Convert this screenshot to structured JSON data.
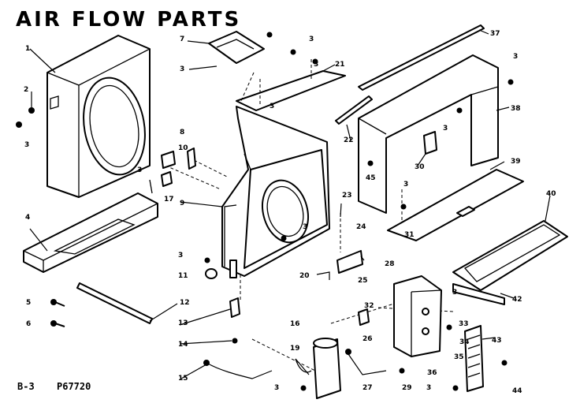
{
  "title": "AIR FLOW PARTS",
  "footer": {
    "page": "B-3",
    "code": "P67720"
  },
  "part_numbers": {
    "p1": "1",
    "p2": "2",
    "p3a": "3",
    "p4": "4",
    "p5": "5",
    "p6": "6",
    "p7": "7",
    "p3b": "3",
    "p3c": "3",
    "p3d": "3",
    "p3e": "3",
    "p8": "8",
    "p9": "9",
    "p10": "10",
    "p17": "17",
    "p3f": "3",
    "p3g": "3",
    "p11": "11",
    "p12": "12",
    "p13": "13",
    "p14": "14",
    "p15": "15",
    "p21": "21",
    "p22": "22",
    "p37": "37",
    "p3h": "3",
    "p38": "38",
    "p3i": "3",
    "p30": "30",
    "p45": "45",
    "p39": "39",
    "p3j": "3",
    "p31": "31",
    "p40": "40",
    "p42": "42",
    "p23": "23",
    "p24": "24",
    "p3k": "3",
    "p20": "20",
    "p25": "25",
    "p28": "28",
    "p32": "32",
    "p3l": "3",
    "p33": "33",
    "p34": "34",
    "p43": "43",
    "p16": "16",
    "p19": "19",
    "p26": "26",
    "p35": "35",
    "p36": "36",
    "p27": "27",
    "p29": "29",
    "p3m": "3",
    "p44": "44",
    "p3n": "3"
  },
  "colors": {
    "ink": "#000000",
    "paper": "#ffffff"
  }
}
